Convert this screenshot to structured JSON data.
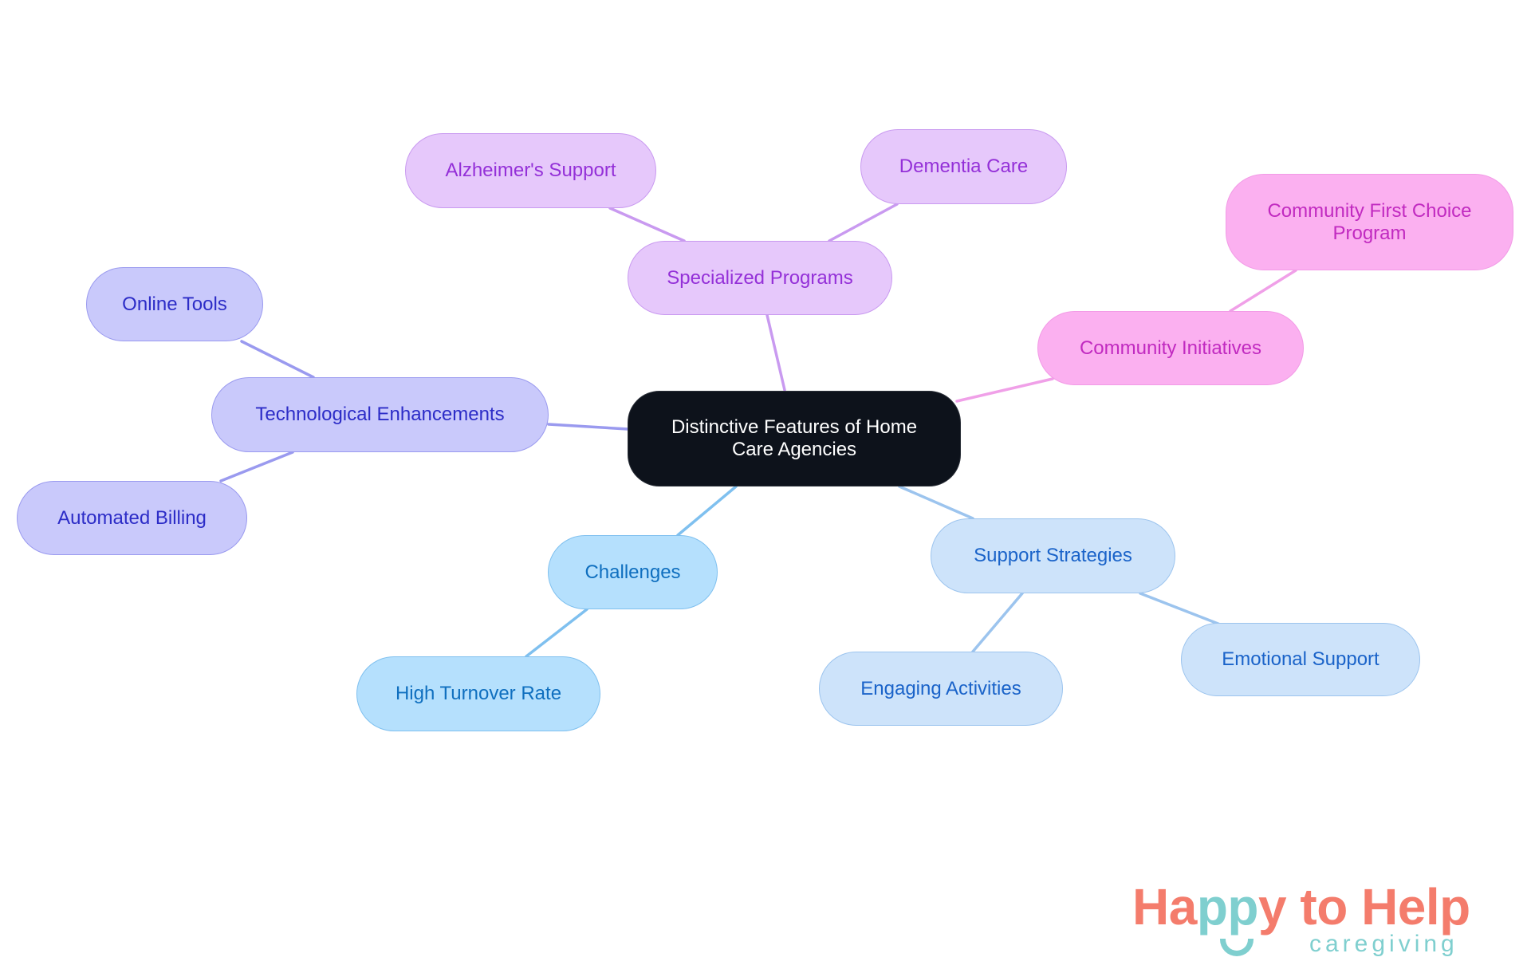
{
  "diagram": {
    "type": "mind-map",
    "root": {
      "label": "Distinctive Features of Home Care Agencies",
      "lines": [
        "Distinctive Features of Home",
        "Care Agencies"
      ],
      "fill": "#0d121b",
      "text": "#ffffff",
      "border": "#2a2f38"
    },
    "branches": [
      {
        "id": "specialized",
        "label": "Specialized Programs",
        "theme": {
          "fill": "#e6c8fb",
          "border": "#c99af0",
          "text": "#9430d8",
          "edge": "#c99af0"
        },
        "children": [
          {
            "id": "alzheimers",
            "label": "Alzheimer's Support"
          },
          {
            "id": "dementia",
            "label": "Dementia Care"
          }
        ]
      },
      {
        "id": "community",
        "label": "Community Initiatives",
        "theme": {
          "fill": "#fbb0f0",
          "border": "#f29ae6",
          "text": "#c12ac0",
          "edge": "#f0a0e8"
        },
        "children": [
          {
            "id": "cfc",
            "label": "Community First Choice Program",
            "lines": [
              "Community First Choice",
              "Program"
            ]
          }
        ]
      },
      {
        "id": "tech",
        "label": "Technological Enhancements",
        "theme": {
          "fill": "#c9c9fb",
          "border": "#9a9aef",
          "text": "#2c2cc7",
          "edge": "#9a9aef"
        },
        "children": [
          {
            "id": "online",
            "label": "Online Tools"
          },
          {
            "id": "billing",
            "label": "Automated Billing"
          }
        ]
      },
      {
        "id": "challenges",
        "label": "Challenges",
        "theme": {
          "fill": "#b5e0fd",
          "border": "#7fc0ef",
          "text": "#0f6fbf",
          "edge": "#7fc0ef"
        },
        "children": [
          {
            "id": "turnover",
            "label": "High Turnover Rate"
          }
        ]
      },
      {
        "id": "support",
        "label": "Support Strategies",
        "theme": {
          "fill": "#cde3fa",
          "border": "#9cc4ee",
          "text": "#1a63c9",
          "edge": "#9cc4ee"
        },
        "children": [
          {
            "id": "engaging",
            "label": "Engaging Activities"
          },
          {
            "id": "emotional",
            "label": "Emotional Support"
          }
        ]
      }
    ]
  },
  "logo": {
    "brand_parts": [
      {
        "text": "Ha",
        "color": "#f47c6c"
      },
      {
        "text": "pp",
        "color": "#7fcfcf"
      },
      {
        "text": "y to Help",
        "color": "#f47c6c"
      }
    ],
    "brand": "Happy to Help",
    "tagline": "caregiving",
    "tagline_color": "#7fcfcf",
    "smile_color": "#7fcfcf"
  }
}
